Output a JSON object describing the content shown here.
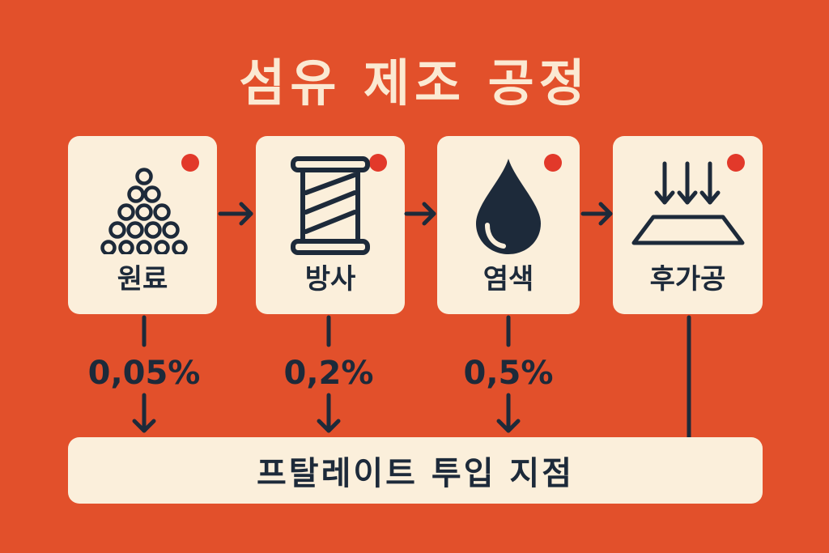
{
  "title": "섬유 제조 공정",
  "steps": [
    {
      "label": "원료",
      "icon": "fiber-pellets-icon",
      "rate": "0,05%"
    },
    {
      "label": "방사",
      "icon": "thread-spool-icon",
      "rate": "0,2%"
    },
    {
      "label": "염색",
      "icon": "dye-drop-icon",
      "rate": "0,5%"
    },
    {
      "label": "후가공",
      "icon": "press-finishing-icon",
      "rate": ""
    }
  ],
  "bottom_label": "프탈레이트 투입 지점",
  "colors": {
    "background": "#e2502b",
    "card": "#fbefdb",
    "ink": "#1d2a3a",
    "marker": "#e2392a"
  }
}
